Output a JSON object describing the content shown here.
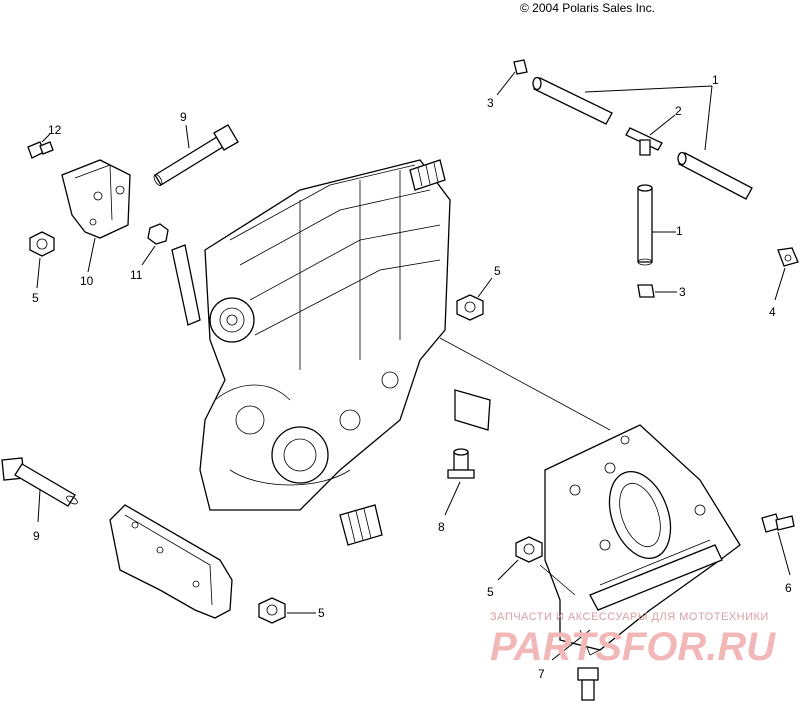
{
  "copyright": "© 2004 Polaris Sales Inc.",
  "callouts": {
    "c1a": "1",
    "c1b": "1",
    "c2": "2",
    "c3a": "3",
    "c3b": "3",
    "c4": "4",
    "c5a": "5",
    "c5b": "5",
    "c5c": "5",
    "c5d": "5",
    "c6": "6",
    "c7": "7",
    "c8": "8",
    "c9a": "9",
    "c9b": "9",
    "c10": "10",
    "c11": "11",
    "c12": "12"
  },
  "watermark": {
    "subtitle": "ЗАПЧАСТИ И АКСЕССУАРЫ ДЛЯ МОТОТЕХНИКИ",
    "brand": "PARTSFOR.RU"
  }
}
